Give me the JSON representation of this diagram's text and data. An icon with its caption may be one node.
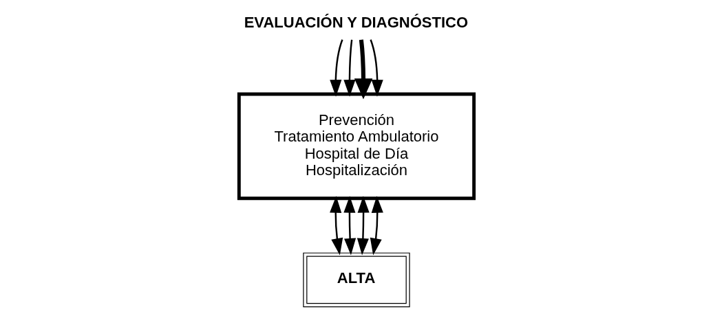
{
  "diagram": {
    "nodes": [
      {
        "text": [
          "EVALUACIÓN Y DIAGNÓSTICO"
        ]
      },
      {
        "text": [
          "Prevención",
          "Tratamiento Ambulatorio",
          "Hospital de Día",
          "Hospitalización"
        ]
      },
      {
        "text": [
          "ALTA"
        ]
      }
    ],
    "edges": [
      {
        "from": 0,
        "to": 1,
        "arrow": "to"
      },
      {
        "from": 0,
        "to": 1,
        "arrow": "to"
      },
      {
        "from": 0,
        "to": 1,
        "arrow": "to",
        "style": "thick"
      },
      {
        "from": 0,
        "to": 1,
        "arrow": "to"
      },
      {
        "from": 1,
        "to": 2,
        "arrow": "both"
      },
      {
        "from": 1,
        "to": 2,
        "arrow": "both"
      },
      {
        "from": 1,
        "to": 2,
        "arrow": "both"
      },
      {
        "from": 1,
        "to": 2,
        "arrow": "both"
      }
    ]
  }
}
